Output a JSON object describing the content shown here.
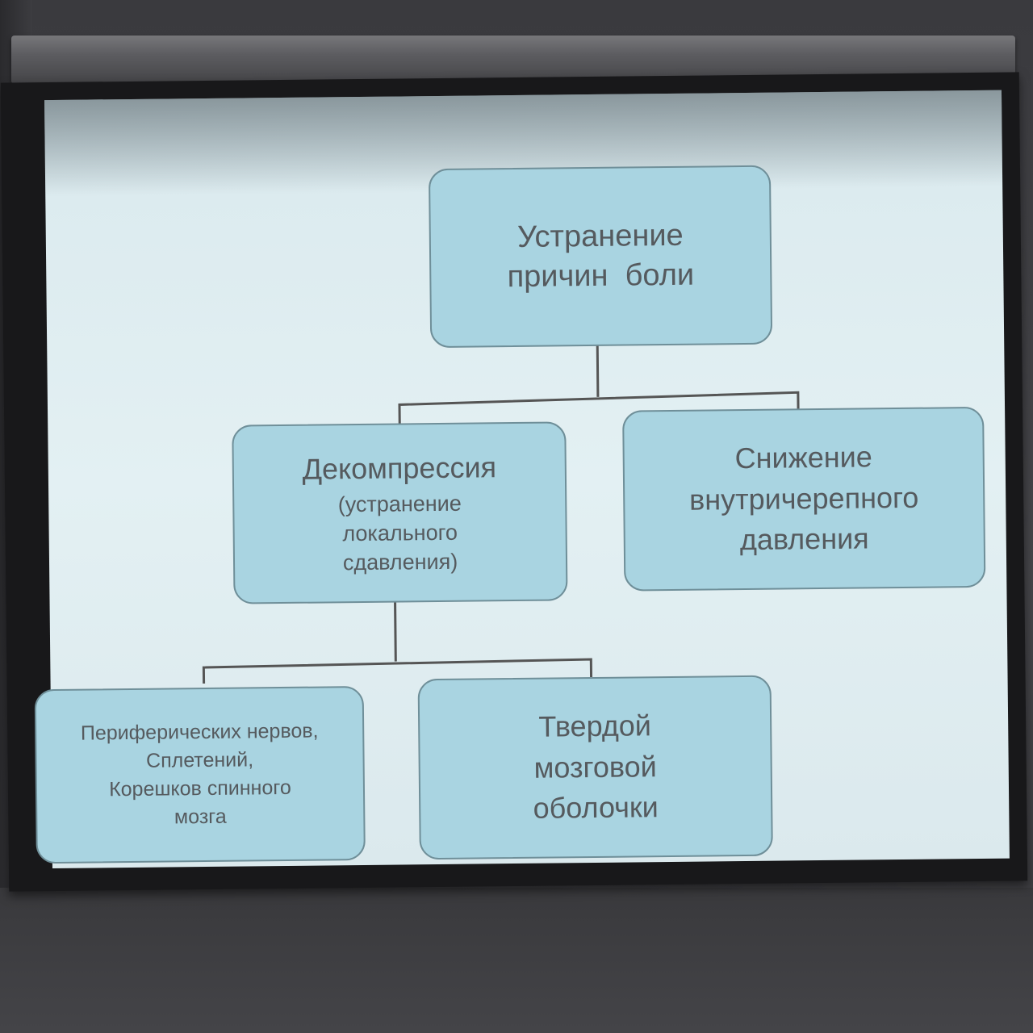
{
  "diagram": {
    "root": {
      "lines": [
        "Устранение",
        "причин  боли"
      ]
    },
    "left": {
      "title": "Декомпрессия",
      "lines": [
        "(устранение",
        "локального",
        "сдавления)"
      ]
    },
    "right": {
      "lines": [
        "Снижение",
        "внутричерепного",
        "давления"
      ]
    },
    "leaf_left": {
      "lines": [
        "Периферических нервов,",
        "Сплетений,",
        "Корешков спинного",
        "мозга"
      ]
    },
    "leaf_right": {
      "lines": [
        "Твердой",
        "мозговой",
        "оболочки"
      ]
    }
  },
  "colors": {
    "box_fill": "#a9d4e1",
    "box_border": "#6f8f99",
    "text": "#555a5e",
    "slide_bg": "#e3f0f3",
    "connector": "#555555"
  }
}
